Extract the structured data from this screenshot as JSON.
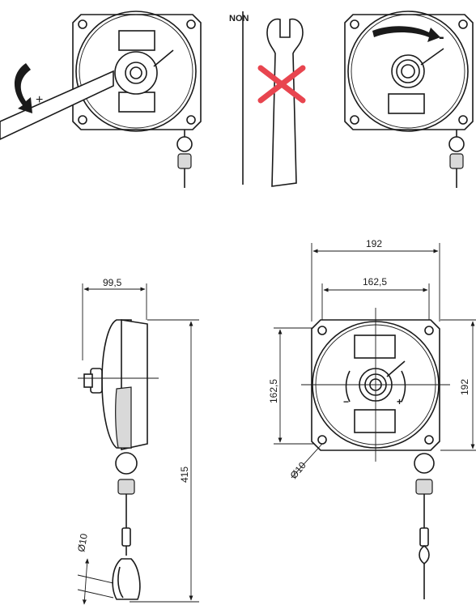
{
  "labels": {
    "non": "NON",
    "plus": "+",
    "minus": "-"
  },
  "dimensions": {
    "width_overall": "192",
    "width_hole_spacing": "162,5",
    "height_hole_spacing": "162,5",
    "height_overall": "192",
    "side_depth": "99,5",
    "total_height": "415",
    "hole_diameter": "Ø10",
    "hook_diameter": "Ø10"
  },
  "colors": {
    "line": "#1a1a1a",
    "cross": "#e8454f",
    "body_fill": "#ffffff",
    "shade": "#d9d9d9"
  }
}
